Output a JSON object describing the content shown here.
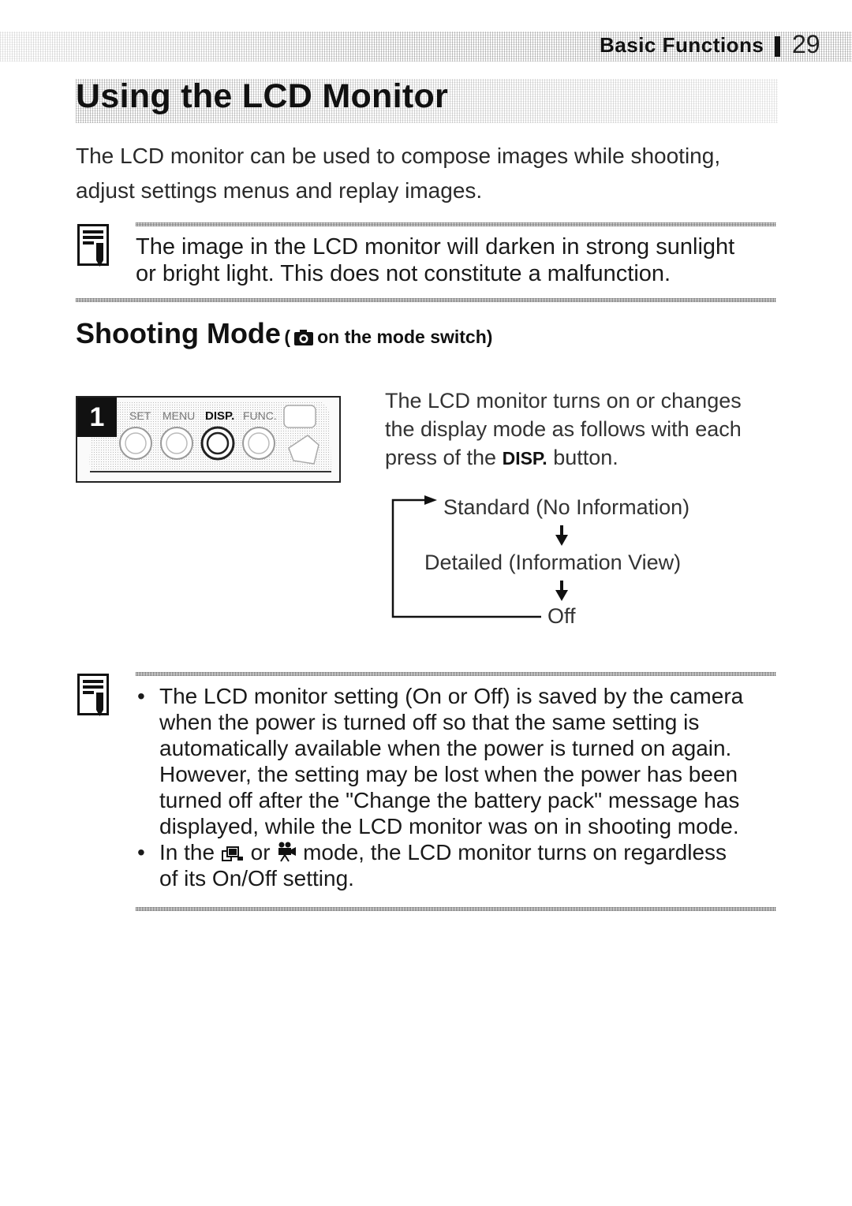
{
  "header": {
    "section_label": "Basic Functions",
    "page_number": "29"
  },
  "title": "Using the LCD Monitor",
  "intro": [
    "The LCD monitor can be used to compose images while shooting,",
    "adjust settings menus and replay images."
  ],
  "note1": [
    "The image in the LCD monitor will darken in strong sunlight",
    "or bright light. This does not constitute a malfunction."
  ],
  "subhead": {
    "main": "Shooting Mode",
    "paren_open": "(",
    "paren_text": "on the mode switch)"
  },
  "step": {
    "number": "1",
    "camera_buttons": [
      "SET",
      "MENU",
      "DISP.",
      "FUNC."
    ],
    "desc_lines": [
      "The LCD monitor turns on or changes",
      "the display mode as follows with each"
    ],
    "desc_line3_before": "press of the ",
    "disp_button": "DISP.",
    "desc_line3_after": " button."
  },
  "flow": {
    "modes": [
      "Standard (No Information)",
      "Detailed (Information View)",
      "Off"
    ]
  },
  "note2": {
    "bullet": "•",
    "item1": [
      "The LCD monitor setting (On or Off) is saved by the camera",
      "when the power is turned off so that the same setting is",
      "automatically available when the power is turned on again.",
      "However, the setting may be lost when the power has been",
      "turned off after the \"Change the battery pack\" message has",
      "displayed, while the LCD monitor was on in shooting mode."
    ],
    "item2_part1": "In the",
    "item2_or": "or",
    "item2_part2": "mode, the LCD monitor turns on regardless",
    "item2_line2": "of its On/Off setting."
  },
  "icons": {
    "note": "memo-note-icon",
    "camera_mode": "camera-mode-icon",
    "stitch_assist": "stitch-assist-icon",
    "movie": "movie-icon"
  }
}
